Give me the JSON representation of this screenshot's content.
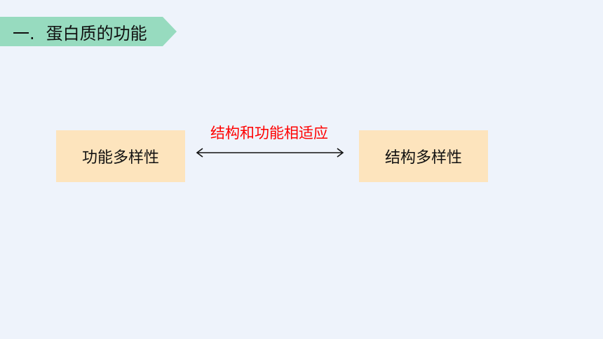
{
  "section": {
    "number": "一.",
    "title": "蛋白质的功能"
  },
  "diagram": {
    "left_box": "功能多样性",
    "right_box": "结构多样性",
    "relation": "结构和功能相适应"
  }
}
